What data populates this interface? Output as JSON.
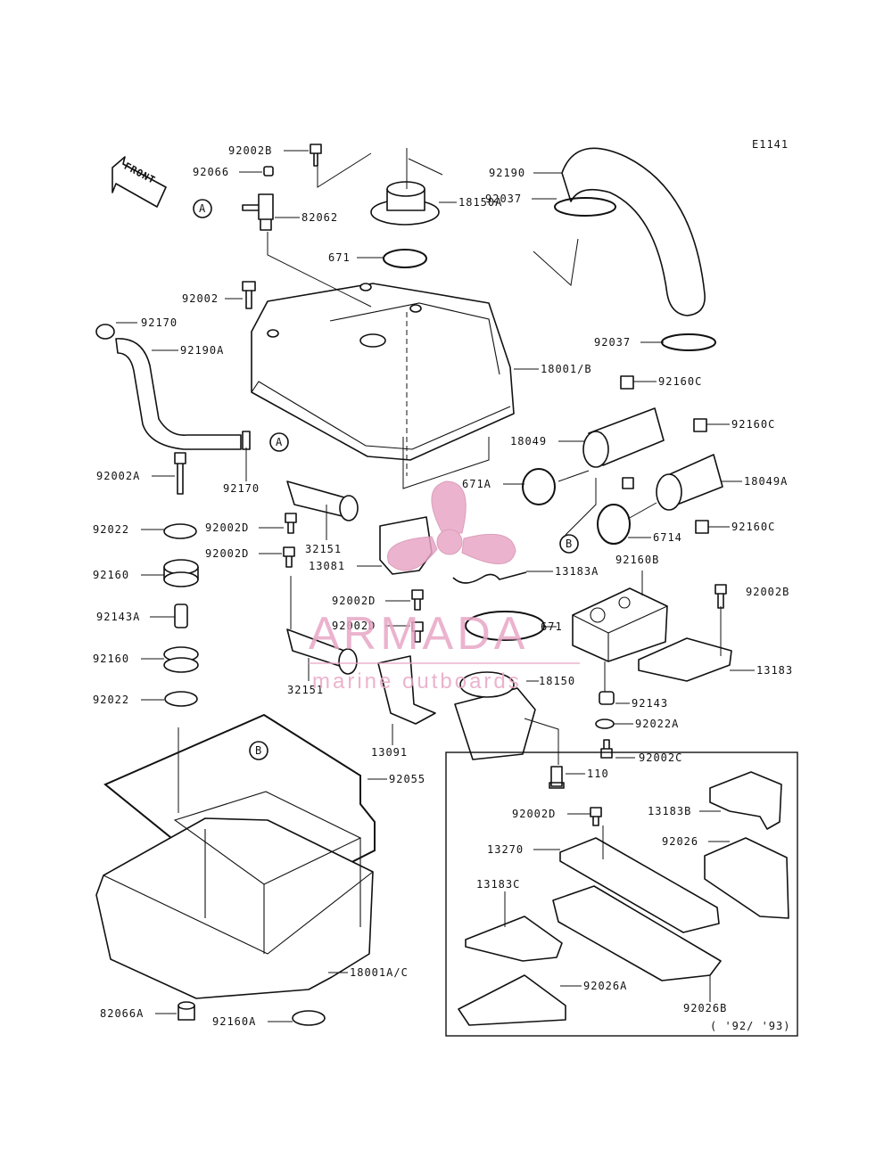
{
  "diagram_code": "E1141",
  "front_label": "FRONT",
  "markers": {
    "a": "A",
    "b": "B"
  },
  "watermark": {
    "brand": "ARMADA",
    "tagline": "marine outboards",
    "color": "#e8a6c6"
  },
  "inset_note": "( '92/ '93)",
  "labels": [
    "92002B",
    "92066",
    "82062",
    "18150A",
    "671",
    "92190",
    "92037",
    "92002",
    "92170",
    "92190A",
    "92037",
    "18001/B",
    "92160C",
    "18049",
    "92160C",
    "18049A",
    "92002A",
    "92170",
    "671A",
    "92160C",
    "6714",
    "92022",
    "92002D",
    "32151",
    "13081",
    "92002D",
    "13183A",
    "92160",
    "92160B",
    "92002B",
    "92143A",
    "92002D",
    "671",
    "92002D",
    "92160",
    "13183",
    "18150",
    "32151",
    "92022",
    "92143",
    "92022A",
    "13091",
    "92002C",
    "110",
    "92055",
    "13183B",
    "92002D",
    "92026",
    "13270",
    "13183C",
    "18001A/C",
    "92026A",
    "92026B",
    "82066A",
    "92160A"
  ]
}
